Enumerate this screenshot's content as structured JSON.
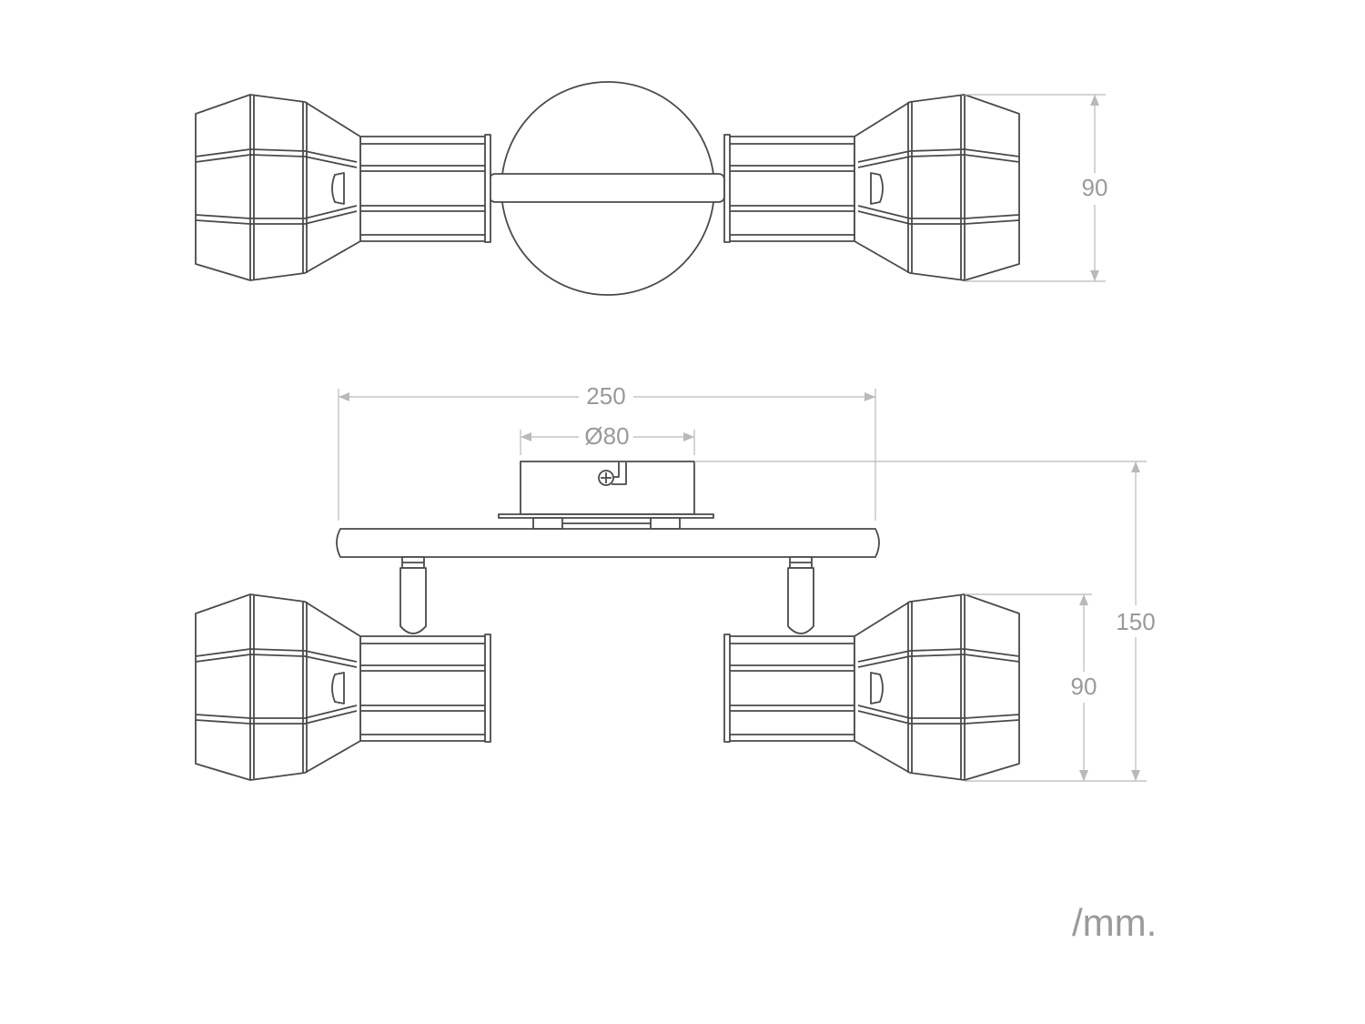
{
  "dimensions": {
    "top_height": "90",
    "overall_width": "250",
    "base_diameter": "Ø80",
    "total_height": "150",
    "spot_height": "90"
  },
  "unit": "/mm.",
  "colors": {
    "line": "#4a4a4a",
    "dimension": "#b9b9b9",
    "text": "#9a9a9a"
  }
}
